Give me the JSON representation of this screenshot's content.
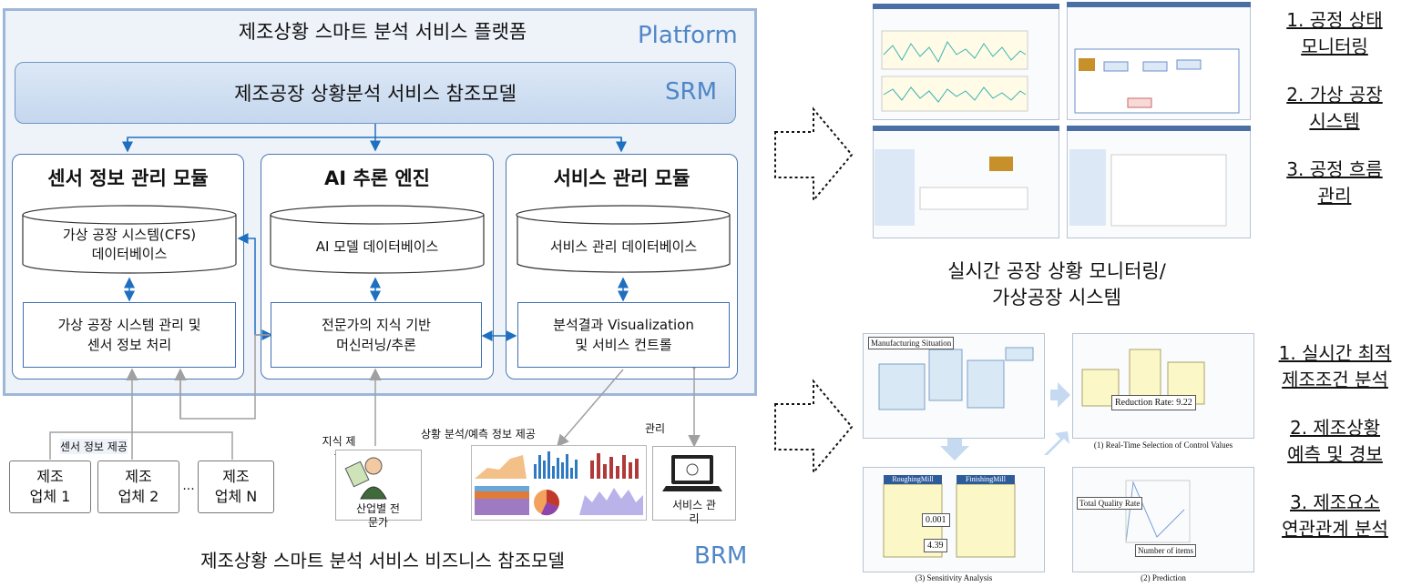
{
  "platform": {
    "title": "제조상황 스마트 분석 서비스 플랫폼",
    "tag": "Platform",
    "srm": {
      "label": "제조공장 상황분석 서비스 참조모델",
      "tag": "SRM"
    },
    "modules": [
      {
        "title": "센서 정보 관리 모듈",
        "db": "가상 공장 시스템(CFS)\n데이터베이스",
        "box": "가상 공장 시스템 관리 및\n센서 정보 처리"
      },
      {
        "title": "AI 추론 엔진",
        "db": "AI 모델 데이터베이스",
        "box": "전문가의 지식 기반\n머신러닝/추론"
      },
      {
        "title": "서비스 관리 모듈",
        "db": "서비스 관리 데이터베이스",
        "box": "분석결과 Visualization\n및 서비스 컨트롤"
      }
    ]
  },
  "brm": {
    "title": "제조상황 스마트 분석 서비스 비즈니스 참조모델",
    "tag": "BRM",
    "sensor_label": "센서 정보 제공",
    "companies": [
      "제조\n업체 1",
      "제조\n업체 2",
      "제조\n업체 N"
    ],
    "ellipsis": "...",
    "knowledge_label": "지식 제\n공",
    "expert_label": "산업별 전\n문가",
    "analysis_label": "상황 분석/예측 정보 제공",
    "manage_label": "관리",
    "service_label": "서비스 관\n리"
  },
  "right": {
    "top_caption": "실시간 공장 상황 모니터링/\n가상공장 시스템",
    "top_items": [
      "1. 공정 상태\n모니터링",
      "2. 가상 공장\n시스템",
      "3. 공정 흐름\n관리"
    ],
    "bottom_items": [
      "1. 실시간 최적\n제조조건 분석",
      "2. 제조상황\n예측 및 경보",
      "3. 제조요소\n연관관계 분석"
    ],
    "shot_labels": {
      "manufacturing_situation": "Manufacturing Situation",
      "reduction_rate": "Reduction Rate: 9.22",
      "realtime_selection": "(1) Real-Time Selection of Control Values",
      "roughing_mill": "RoughingMill",
      "finishing_mill": "FinishingMill",
      "value_a": "0.001",
      "value_b": "4.39",
      "sensitivity": "(3) Sensitivity Analysis",
      "total_quality": "Total Quality Rate",
      "number_items": "Number of items",
      "prediction": "(2) Prediction"
    }
  },
  "colors": {
    "arrow_blue": "#1f6fc1",
    "arrow_gray": "#a0a0a0",
    "panel_border": "#9db7d8",
    "tag_blue": "#4f86c6"
  }
}
